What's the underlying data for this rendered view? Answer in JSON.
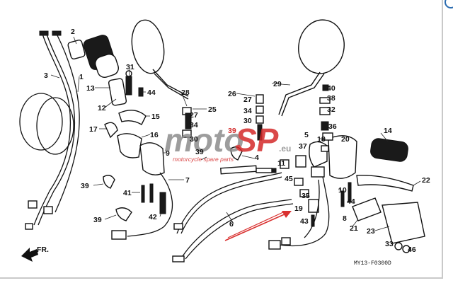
{
  "watermark": {
    "brand_left": "moto",
    "brand_right": "SP",
    "tagline": "motorcycle spare parts",
    "domain": ".eu"
  },
  "direction_indicator": "FR.",
  "document_code": "MY13-F0300D",
  "callouts": [
    "1",
    "2",
    "3",
    "4",
    "5",
    "6",
    "7",
    "8",
    "9",
    "10",
    "11",
    "12",
    "13",
    "14",
    "15",
    "16",
    "17",
    "18",
    "19",
    "20",
    "21",
    "22",
    "23",
    "25",
    "26",
    "27",
    "28",
    "29",
    "30",
    "31",
    "32",
    "33",
    "34",
    "35",
    "36",
    "37",
    "38",
    "39",
    "40",
    "41",
    "42",
    "43",
    "44",
    "45",
    "46"
  ],
  "colors": {
    "line": "#111111",
    "watermark_grey": "#8c8c8c",
    "watermark_red": "#d42a2a",
    "arrow_red": "#d9302f"
  }
}
